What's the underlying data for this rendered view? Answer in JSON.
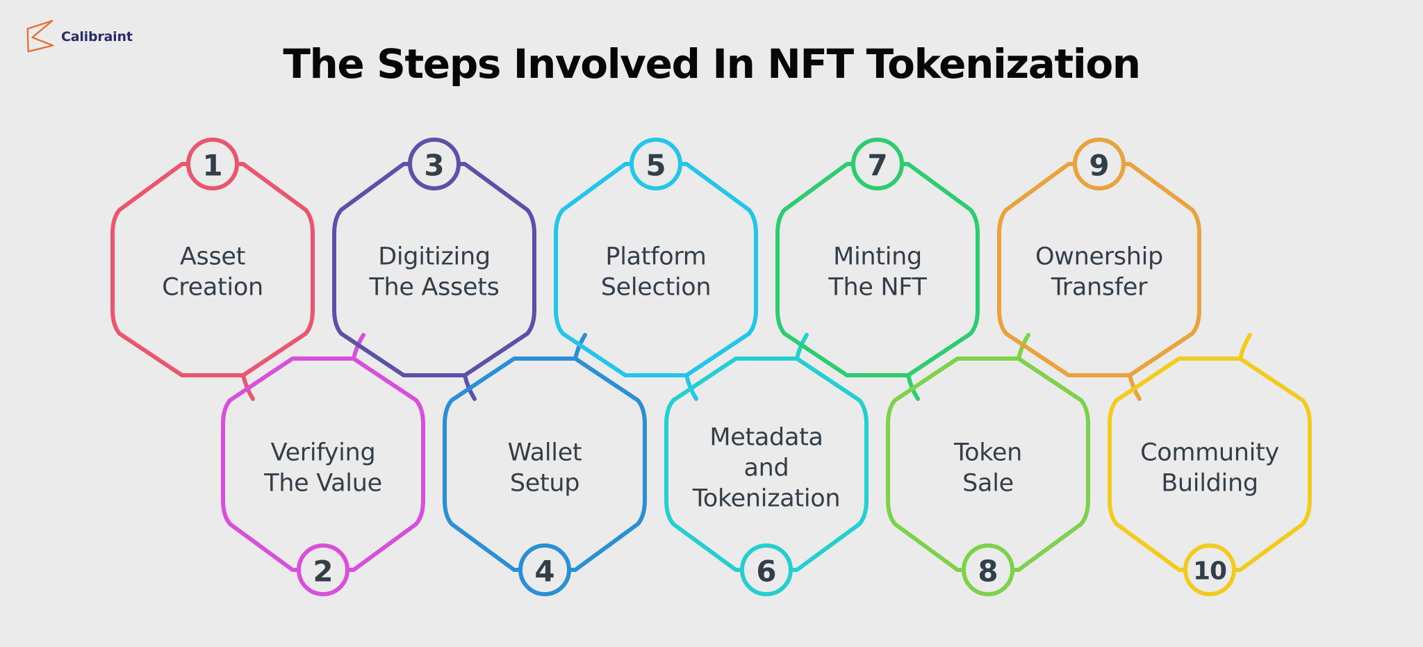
{
  "brand": {
    "name": "Calibraint",
    "logo_icon": "calibraint-z-logo-icon",
    "logo_color": "#E2702E",
    "name_color": "#2A2A66"
  },
  "header": {
    "title": "The Steps Involved In NFT Tokenization",
    "title_color": "#070707"
  },
  "background_color": "#EBEBEB",
  "text_color": "#333F48",
  "steps": [
    {
      "number": "1",
      "label_line1": "Asset",
      "label_line2": "Creation",
      "label_line3": "",
      "color": "#E8576F",
      "row": "top"
    },
    {
      "number": "2",
      "label_line1": "Verifying",
      "label_line2": "The Value",
      "label_line3": "",
      "color": "#D750D9",
      "row": "bottom"
    },
    {
      "number": "3",
      "label_line1": "Digitizing",
      "label_line2": "The Assets",
      "label_line3": "",
      "color": "#5B52A8",
      "row": "top"
    },
    {
      "number": "4",
      "label_line1": "Wallet",
      "label_line2": "Setup",
      "label_line3": "",
      "color": "#2B8FD4",
      "row": "bottom"
    },
    {
      "number": "5",
      "label_line1": "Platform",
      "label_line2": "Selection",
      "label_line3": "",
      "color": "#23C6E8",
      "row": "top"
    },
    {
      "number": "6",
      "label_line1": "Metadata",
      "label_line2": "and",
      "label_line3": "Tokenization",
      "color": "#25CFD0",
      "row": "bottom"
    },
    {
      "number": "7",
      "label_line1": "Minting",
      "label_line2": "The NFT",
      "label_line3": "",
      "color": "#2ECC71",
      "row": "top"
    },
    {
      "number": "8",
      "label_line1": "Token",
      "label_line2": "Sale",
      "label_line3": "",
      "color": "#7ED24B",
      "row": "bottom"
    },
    {
      "number": "9",
      "label_line1": "Ownership",
      "label_line2": "Transfer",
      "label_line3": "",
      "color": "#E8A33D",
      "row": "top"
    },
    {
      "number": "10",
      "label_line1": "Community",
      "label_line2": "Building",
      "label_line3": "",
      "color": "#F2CB1F",
      "row": "bottom"
    }
  ]
}
